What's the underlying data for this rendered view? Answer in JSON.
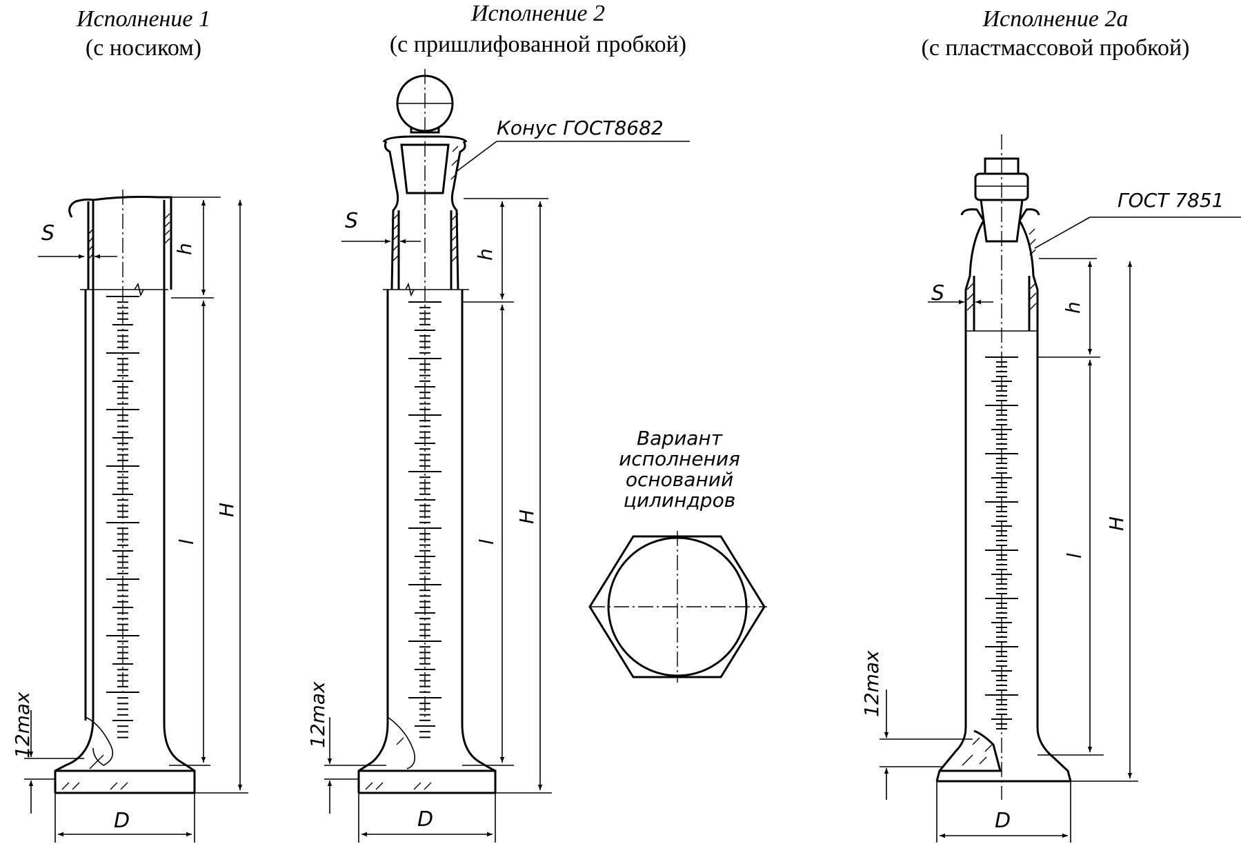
{
  "variants": [
    {
      "title": "Исполнение 1",
      "subtitle": "(с носиком)"
    },
    {
      "title": "Исполнение 2",
      "subtitle": "(с пришлифованной пробкой)"
    },
    {
      "title": "Исполнение 2а",
      "subtitle": "(с пластмассовой пробкой)"
    }
  ],
  "callouts": {
    "cone": "Конус ГОСТ8682",
    "gost": "ГОСТ 7851"
  },
  "base_variant": {
    "line1": "Вариант",
    "line2": "исполнения",
    "line3": "оснований",
    "line4": "цилиндров"
  },
  "dims": {
    "s": "S",
    "h": "h",
    "l_cursive": "l",
    "l_upright": "l",
    "H": "H",
    "D": "D",
    "max12": "12max"
  }
}
